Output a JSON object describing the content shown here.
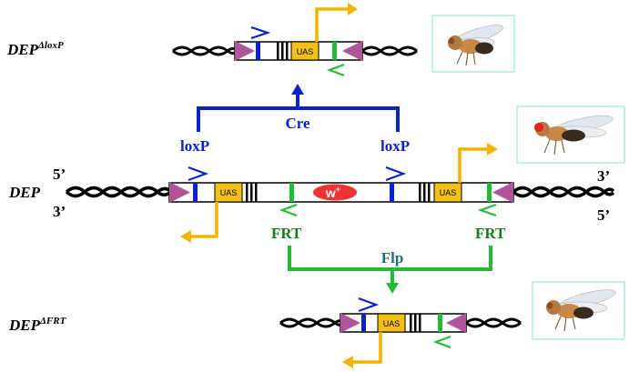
{
  "labels": {
    "dep_loxp_base": "DEP",
    "dep_loxp_sup": "ΔloxP",
    "dep": "DEP",
    "dep_frt_base": "DEP",
    "dep_frt_sup": "ΔFRT",
    "five_prime_left": "5’",
    "three_prime_left": "3’",
    "three_prime_right": "3’",
    "five_prime_right": "5’"
  },
  "elements": {
    "uas": "UAS",
    "white_gene": "w",
    "white_gene_sup": "+"
  },
  "recombinases": {
    "cre": "Cre",
    "flp": "Flp",
    "loxp_left": "loxP",
    "loxp_right": "loxP",
    "frt_left": "FRT",
    "frt_right": "FRT"
  },
  "colors": {
    "loxp_blue": "#0b22c9",
    "frt_green": "#22bb33",
    "frt_text": "#157a1c",
    "uas_fill": "#f3c017",
    "promoter_arrow": "#f3b400",
    "terminal_triangle": "#b0559a",
    "white_gene_fill": "#ee3333",
    "flp_text": "#1f6f78",
    "fly_box_border": "#8fe0c8"
  },
  "icons": {
    "fly_image": "fruit-fly-photo",
    "orientation_marker": "chevron-icon"
  }
}
